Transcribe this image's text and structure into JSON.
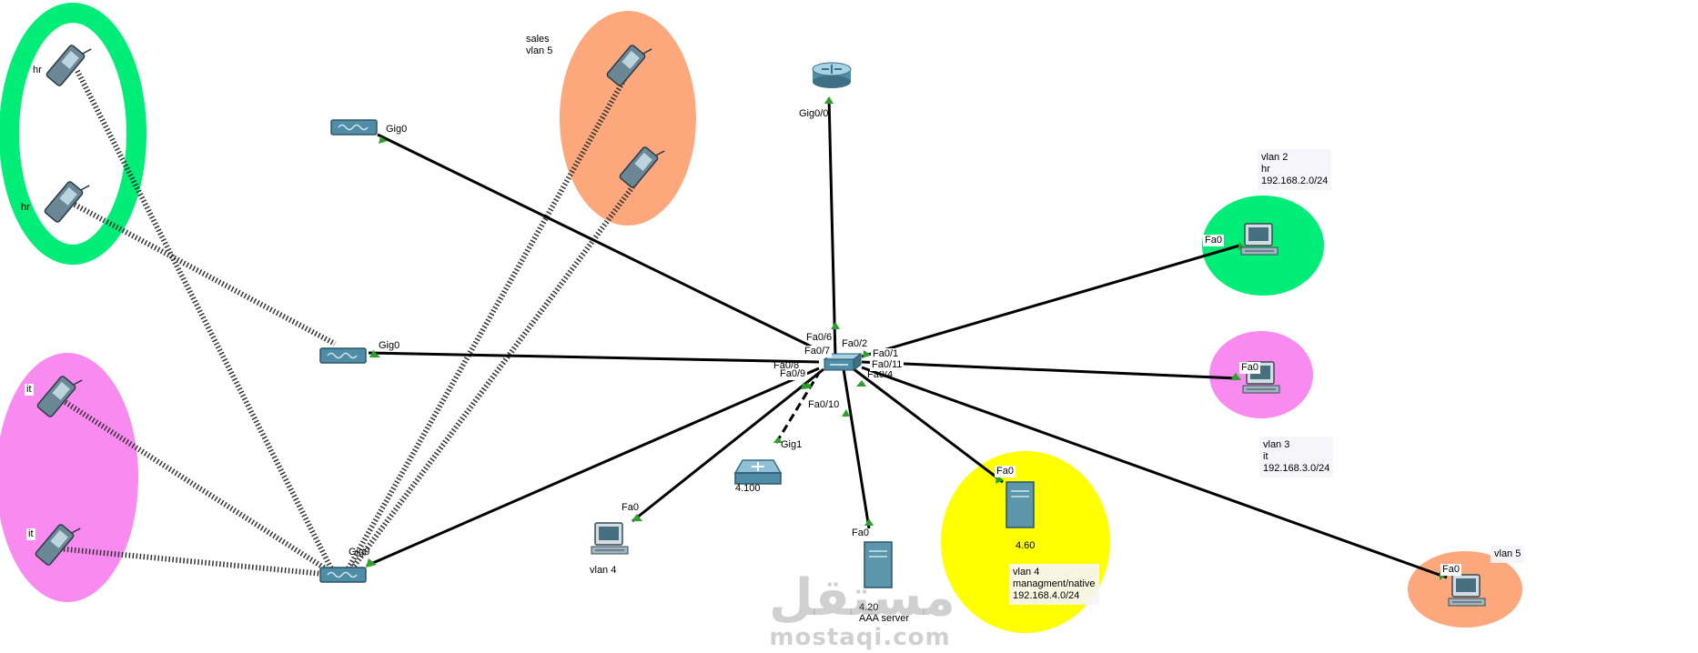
{
  "zones": {
    "hr_top": "hr",
    "hr_bottom": "hr",
    "it_top": "it",
    "it_bottom": "it",
    "sales_title": "sales",
    "sales_vlan": "vlan 5"
  },
  "ports": {
    "router": "Gig0/0",
    "ap1": "Gig0",
    "ap2": "Gig0",
    "ap3": "Gig0",
    "server_ctrl": "Gig1",
    "pc_vlan4": "Fa0",
    "aaa": "Fa0",
    "srv460": "Fa0",
    "pc_hr": "Fa0",
    "pc_it": "Fa0",
    "pc_sales": "Fa0",
    "sw_fa06": "Fa0/6",
    "sw_fa07": "Fa0/7",
    "sw_fa08": "Fa0/8",
    "sw_fa09": "Fa0/9",
    "sw_fa010": "Fa0/10",
    "sw_fa02": "Fa0/2",
    "sw_fa01": "Fa0/1",
    "sw_fa011": "Fa0/11",
    "sw_fa04": "Fa0/4"
  },
  "device_labels": {
    "ctrl_ip": "4.100",
    "pc_vlan4": "vlan 4",
    "aaa_ip": "4.20",
    "aaa_name": "AAA server",
    "srv_ip": "4.60"
  },
  "notes": {
    "vlan2": [
      "vlan 2",
      "hr",
      "192.168.2.0/24"
    ],
    "vlan3": [
      "vlan 3",
      "it",
      "192.168.3.0/24"
    ],
    "vlan4": [
      "vlan 4",
      "managment/native",
      "192.168.4.0/24"
    ],
    "vlan5": "vlan 5"
  },
  "watermark": {
    "arabic": "مستقل",
    "latin": "mostaqi.com"
  },
  "colors": {
    "hr_zone": "#00ee77",
    "it_zone": "#f88af0",
    "sales_zone": "#fca87c",
    "vlan4_zone": "#ffff00",
    "link": "#000000",
    "port_up": "#2ea02e"
  }
}
